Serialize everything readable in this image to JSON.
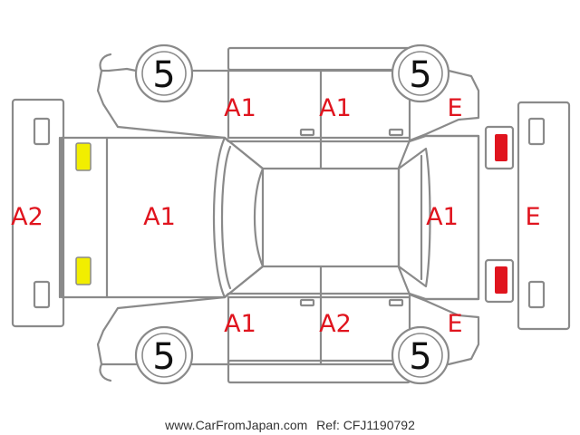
{
  "colors": {
    "outline": "#8a8a8a",
    "code_text": "#e0141e",
    "marker_yellow": "#f2ee00",
    "marker_red": "#e0141e"
  },
  "tire_ratings": {
    "front_left": "5",
    "front_right": "5",
    "rear_left": "5",
    "rear_right": "5"
  },
  "condition_codes": {
    "front_bumper": "A2",
    "hood": "A1",
    "front_door_top": "A1",
    "rear_door_top": "A1",
    "rear_fender_top": "E",
    "trunk": "A1",
    "rear_bumper": "E",
    "front_door_bottom": "A1",
    "rear_door_bottom": "A2",
    "rear_fender_bottom": "E"
  },
  "markers": {
    "headlight_upper": "marker_yellow",
    "headlight_lower": "marker_yellow",
    "taillight_upper": "marker_red",
    "taillight_lower": "marker_red"
  },
  "footer": {
    "site": "www.CarFromJapan.com",
    "ref": "Ref: CFJ1190792"
  }
}
